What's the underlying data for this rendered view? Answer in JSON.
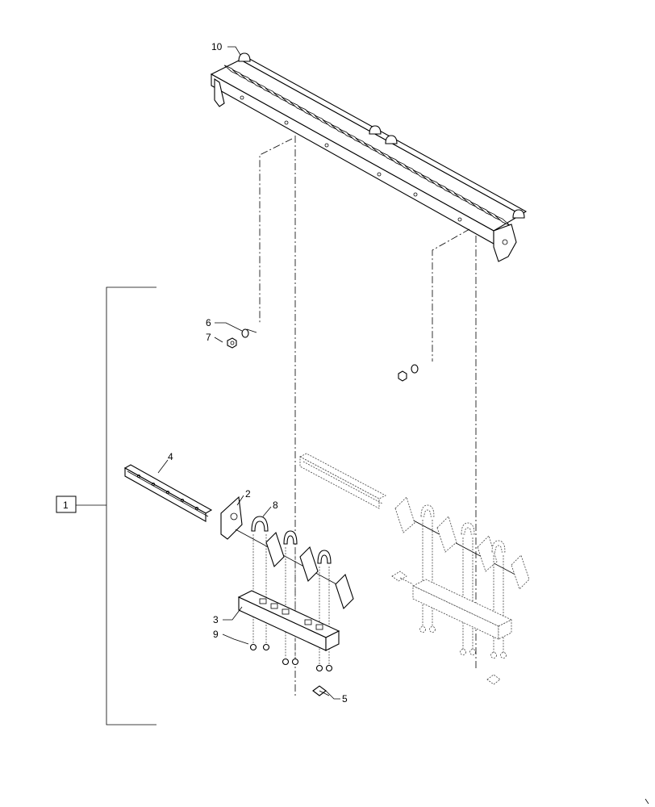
{
  "callouts": {
    "c1": "1",
    "c2": "2",
    "c3": "3",
    "c4": "4",
    "c5": "5",
    "c6": "6",
    "c7": "7",
    "c8": "8",
    "c9": "9",
    "c10": "10"
  },
  "icons": [
    "grain-pan-icon",
    "guard-bar-icon",
    "mounting-bracket-icon",
    "knife-guard-icon",
    "bolt-icon",
    "nut-icon",
    "washer-icon"
  ]
}
